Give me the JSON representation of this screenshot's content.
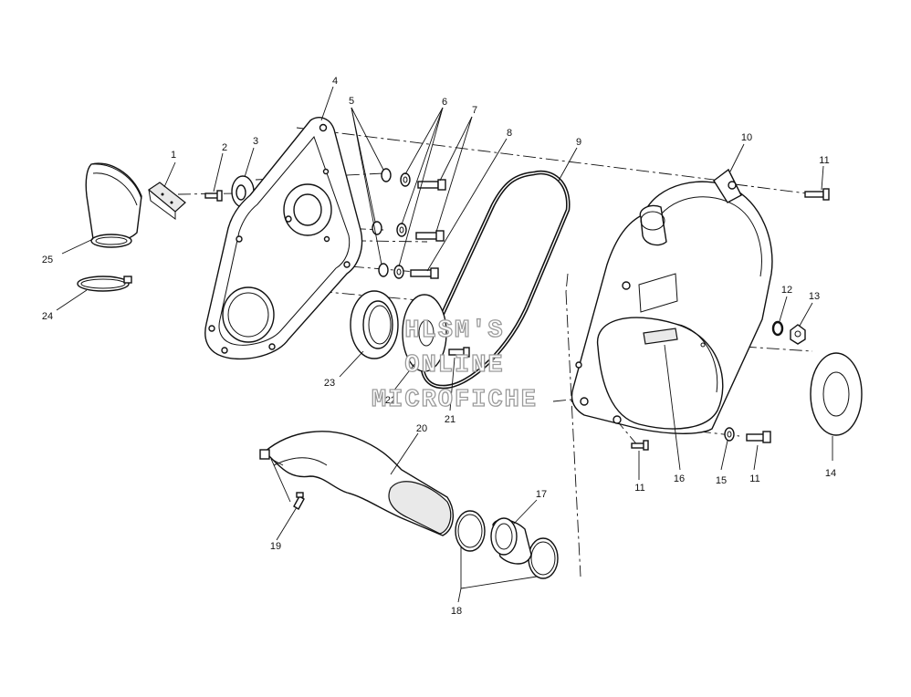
{
  "watermark": {
    "line1": "HLSM'S",
    "line2": "ONLINE",
    "line3": "MICROFICHE"
  },
  "callouts": [
    {
      "key": "c1",
      "text": "1"
    },
    {
      "key": "c2",
      "text": "2"
    },
    {
      "key": "c3",
      "text": "3"
    },
    {
      "key": "c4",
      "text": "4"
    },
    {
      "key": "c5",
      "text": "5"
    },
    {
      "key": "c6",
      "text": "6"
    },
    {
      "key": "c7",
      "text": "7"
    },
    {
      "key": "c8",
      "text": "8"
    },
    {
      "key": "c9",
      "text": "9"
    },
    {
      "key": "c10",
      "text": "10"
    },
    {
      "key": "c11a",
      "text": "11"
    },
    {
      "key": "c11b",
      "text": "11"
    },
    {
      "key": "c11c",
      "text": "11"
    },
    {
      "key": "c12",
      "text": "12"
    },
    {
      "key": "c13",
      "text": "13"
    },
    {
      "key": "c14",
      "text": "14"
    },
    {
      "key": "c15",
      "text": "15"
    },
    {
      "key": "c16",
      "text": "16"
    },
    {
      "key": "c17",
      "text": "17"
    },
    {
      "key": "c18",
      "text": "18"
    },
    {
      "key": "c19",
      "text": "19"
    },
    {
      "key": "c20",
      "text": "20"
    },
    {
      "key": "c21",
      "text": "21"
    },
    {
      "key": "c22",
      "text": "22"
    },
    {
      "key": "c23",
      "text": "23"
    },
    {
      "key": "c24",
      "text": "24"
    },
    {
      "key": "c25",
      "text": "25"
    }
  ]
}
